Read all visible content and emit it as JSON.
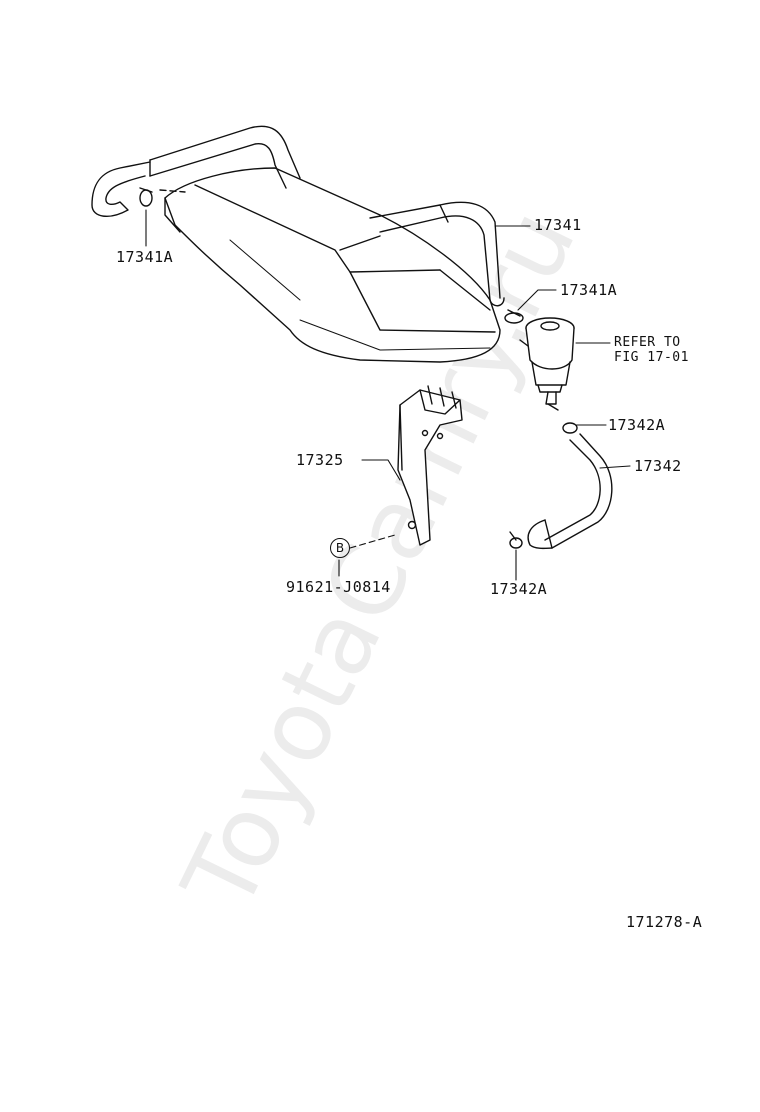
{
  "watermark": "ToyotaCamry.ru",
  "figure_number": "171278-A",
  "callouts": {
    "hose_main": "17341",
    "clip_left": "17341A",
    "clip_right": "17341A",
    "refer_line1": "REFER TO",
    "refer_line2": "FIG 17-01",
    "clip_lower": "17342A",
    "hose_lower": "17342",
    "bracket": "17325",
    "clip_bottom": "17342A",
    "bolt_marker": "B",
    "bolt": "91621-J0814"
  }
}
